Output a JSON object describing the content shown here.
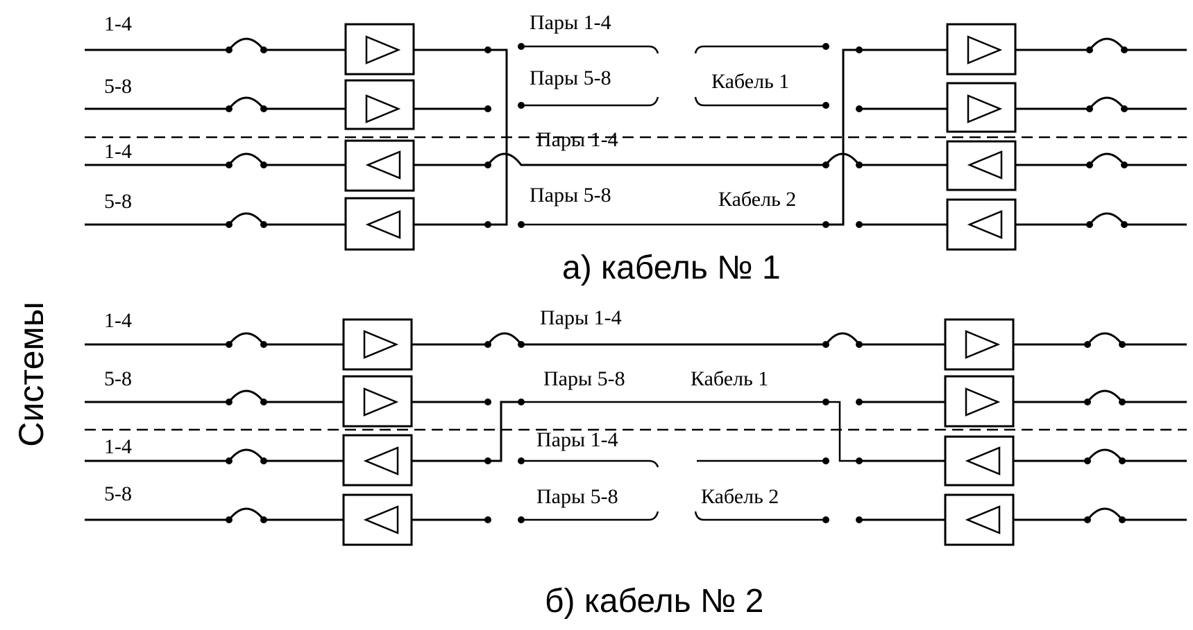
{
  "side_label": "Системы",
  "panel_a": {
    "caption": "а) кабель № 1",
    "channel_labels": [
      "1-4",
      "5-8",
      "1-4",
      "5-8"
    ],
    "pair_labels": [
      "Пары 1-4",
      "Пары 5-8",
      "Пары 1-4",
      "Пары 5-8"
    ],
    "cable_labels": [
      "Кабель 1",
      "Кабель 2"
    ]
  },
  "panel_b": {
    "caption": "б) кабель № 2",
    "channel_labels": [
      "1-4",
      "5-8",
      "1-4",
      "5-8"
    ],
    "pair_labels": [
      "Пары 1-4",
      "Пары 5-8",
      "Пары 1-4",
      "Пары 5-8"
    ],
    "cable_labels": [
      "Кабель 1",
      "Кабель 2"
    ]
  }
}
